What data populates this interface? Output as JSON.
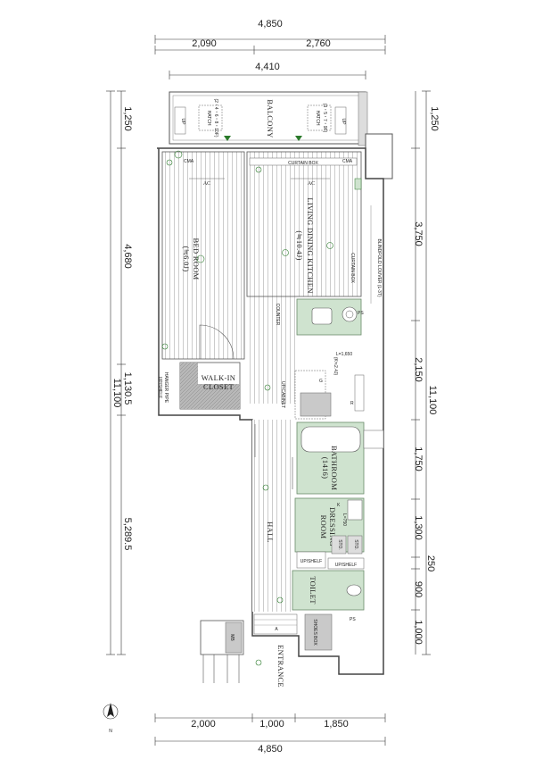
{
  "dimensions": {
    "top_total": "4,850",
    "top_left": "2,090",
    "top_right": "2,760",
    "top_inner": "4,410",
    "bottom_left": "2,000",
    "bottom_mid": "1,000",
    "bottom_right": "1,850",
    "bottom_total": "4,850",
    "left_balcony": "1,250",
    "left_bedroom": "4,680",
    "left_wic": "1,130.5",
    "left_total": "11,100",
    "left_hall": "5,289.5",
    "right_balcony": "1,250",
    "right_ldk": "3,750",
    "right_kitchen": "2,150",
    "right_total": "11,100",
    "right_bath": "1,750",
    "right_dressing": "1,300",
    "right_shelf": "250",
    "right_toilet": "900",
    "right_entry": "1,000"
  },
  "rooms": {
    "balcony": "BALCONY",
    "hatch_left": "HATCH",
    "hatch_left_floors": "(2・4・6・8・10F)",
    "hatch_right": "HATCH",
    "hatch_right_floors": "(3・5・7・9F)",
    "bedroom": "BED ROOM",
    "bedroom_size": "(≒6.0J)",
    "ldk": "LIVING DINING KITCHEN",
    "ldk_size": "(≒10.4J)",
    "walkin": "WALK-IN",
    "closet": "CLOSET",
    "bathroom": "BATHROOM",
    "bathroom_size": "(1416)",
    "dressing": "DRESSING",
    "dressing_room": "ROOM",
    "hall": "HALL",
    "toilet": "TOILET",
    "entrance": "ENTRANCE",
    "shoes_box": "SHOES BOX",
    "mb": "MB"
  },
  "labels": {
    "curtain_box_top": "CURTAIN BOX",
    "curtain_box_right": "CURTAIN BOX",
    "blind": "BLINDFOLD LOUVER (L-3T)",
    "counter": "COUNTER",
    "kitchen_l": "L=1,650",
    "kitchen_k": "(K≒2.4J)",
    "up_shelf_hanger": "UP/SHELF",
    "hanger_pipe": "HANGER PIPE",
    "up_cabinet": "UP/CABINET",
    "up_shelf_1": "UP/SHELF",
    "up_shelf_2": "UP/SHELF",
    "ac_left": "AC",
    "ac_right": "AC",
    "ps_top": "PS",
    "ps_bottom": "PS",
    "sto_left": "STO.",
    "sto_right": "STO.",
    "dressing_l": "L=750",
    "dressing_k": "K",
    "cm_left": "CMA",
    "cm_right": "CMA",
    "up": "UP",
    "r": "R",
    "g": "G",
    "a": "A",
    "north": "N"
  }
}
